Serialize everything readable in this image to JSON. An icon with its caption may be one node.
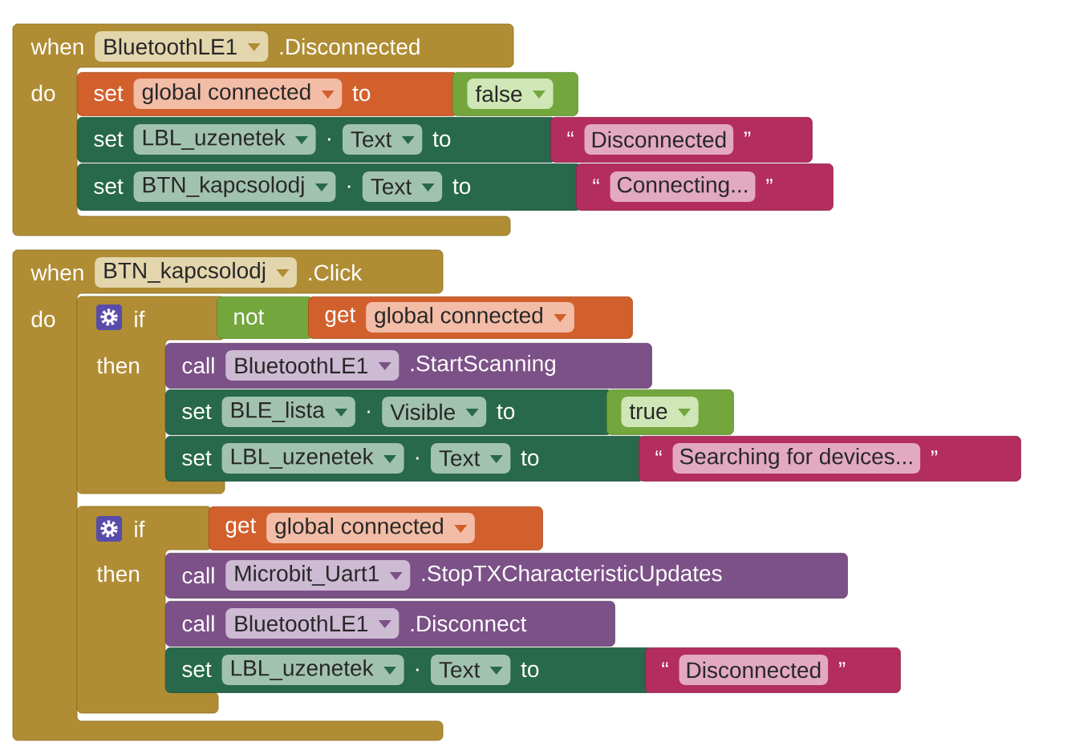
{
  "diagram": {
    "nodes": [
      {
        "text": [
          "when",
          "BluetoothLE1",
          ".Disconnected",
          "do"
        ]
      },
      {
        "text": [
          "set",
          "global connected",
          "to"
        ]
      },
      {
        "text": [
          "false"
        ]
      },
      {
        "text": [
          "set",
          "LBL_uzenetek",
          ".",
          "Text",
          "to"
        ]
      },
      {
        "text": [
          "“",
          "Disconnected",
          "”"
        ]
      },
      {
        "text": [
          "set",
          "BTN_kapcsolodj",
          ".",
          "Text",
          "to"
        ]
      },
      {
        "text": [
          "“",
          "Connecting...",
          "”"
        ]
      },
      {
        "text": [
          "when",
          "BTN_kapcsolodj",
          ".Click",
          "do"
        ]
      },
      {
        "text": [
          "if",
          "then"
        ]
      },
      {
        "text": [
          "not"
        ]
      },
      {
        "text": [
          "get",
          "global connected"
        ]
      },
      {
        "text": [
          "call",
          "BluetoothLE1",
          ".StartScanning"
        ]
      },
      {
        "text": [
          "set",
          "BLE_lista",
          ".",
          "Visible",
          "to"
        ]
      },
      {
        "text": [
          "true"
        ]
      },
      {
        "text": [
          "set",
          "LBL_uzenetek",
          ".",
          "Text",
          "to"
        ]
      },
      {
        "text": [
          "“",
          "Searching for devices...",
          "”"
        ]
      },
      {
        "text": [
          "if",
          "then"
        ]
      },
      {
        "text": [
          "get",
          "global connected"
        ]
      },
      {
        "text": [
          "call",
          "Microbit_Uart1",
          ".StopTXCharacteristicUpdates"
        ]
      },
      {
        "text": [
          "call",
          "BluetoothLE1",
          ".Disconnect"
        ]
      },
      {
        "text": [
          "set",
          "LBL_uzenetek",
          ".",
          "Text",
          "to"
        ]
      },
      {
        "text": [
          "“",
          "Disconnected",
          "”"
        ]
      }
    ]
  }
}
